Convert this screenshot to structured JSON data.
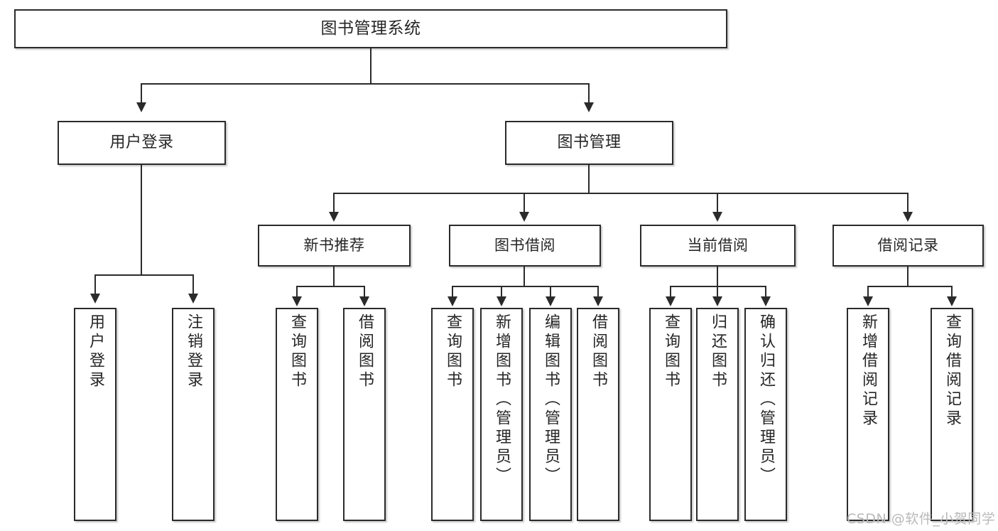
{
  "diagram": {
    "type": "tree-hierarchy",
    "title": "图书管理系统",
    "root": {
      "id": "root",
      "label": "图书管理系统"
    },
    "level2": [
      {
        "id": "user-login",
        "label": "用户登录"
      },
      {
        "id": "book-management",
        "label": "图书管理"
      }
    ],
    "level3": [
      {
        "id": "new-book-recommend",
        "label": "新书推荐",
        "parent": "book-management"
      },
      {
        "id": "book-borrow",
        "label": "图书借阅",
        "parent": "book-management"
      },
      {
        "id": "current-borrow",
        "label": "当前借阅",
        "parent": "book-management"
      },
      {
        "id": "borrow-record",
        "label": "借阅记录",
        "parent": "book-management"
      }
    ],
    "leaves": [
      {
        "id": "leaf-user-login",
        "label": "用户登录",
        "parent": "user-login"
      },
      {
        "id": "leaf-logout-login",
        "label": "注销登录",
        "parent": "user-login"
      },
      {
        "id": "leaf-query-book-1",
        "label": "查询图书",
        "parent": "new-book-recommend"
      },
      {
        "id": "leaf-borrow-book-1",
        "label": "借阅图书",
        "parent": "new-book-recommend"
      },
      {
        "id": "leaf-query-book-2",
        "label": "查询图书",
        "parent": "book-borrow"
      },
      {
        "id": "leaf-add-book",
        "label": "新增图书（管理员）",
        "parent": "book-borrow"
      },
      {
        "id": "leaf-edit-book",
        "label": "编辑图书（管理员）",
        "parent": "book-borrow"
      },
      {
        "id": "leaf-borrow-book-2",
        "label": "借阅图书",
        "parent": "book-borrow"
      },
      {
        "id": "leaf-query-book-3",
        "label": "查询图书",
        "parent": "current-borrow"
      },
      {
        "id": "leaf-return-book",
        "label": "归还图书",
        "parent": "current-borrow"
      },
      {
        "id": "leaf-confirm-return",
        "label": "确认归还（管理员）",
        "parent": "current-borrow"
      },
      {
        "id": "leaf-add-record",
        "label": "新增借阅记录",
        "parent": "borrow-record"
      },
      {
        "id": "leaf-query-record",
        "label": "查询借阅记录",
        "parent": "borrow-record"
      }
    ]
  },
  "watermark": {
    "text": "CSDN @软件_小贺同学"
  },
  "colors": {
    "box_border": "#2b2b2b",
    "box_fill": "#ffffff",
    "text": "#262626",
    "connector": "#2b2b2b",
    "watermark": "#b9b9b9",
    "background": "#ffffff"
  }
}
